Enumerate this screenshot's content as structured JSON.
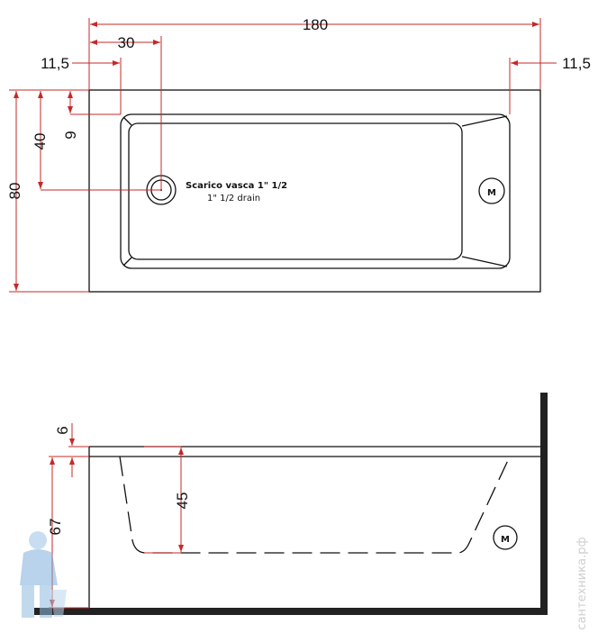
{
  "drawing": {
    "top_view": {
      "dims": {
        "length": "180",
        "drain_offset": "30",
        "rim_left": "11,5",
        "rim_right": "11,5",
        "width": "80",
        "drain_depth": "40",
        "rim_front": "9"
      },
      "drain_label_it": "Scarico vasca 1\" 1/2",
      "drain_label_en": "1\" 1/2  drain",
      "motor_symbol": "M"
    },
    "side_view": {
      "dims": {
        "rim_height": "6",
        "total_height": "67",
        "depth": "45"
      },
      "motor_symbol": "M"
    },
    "watermark": "сантехника.рф",
    "colors": {
      "dimension": "#c62828",
      "outline": "#111111"
    }
  }
}
